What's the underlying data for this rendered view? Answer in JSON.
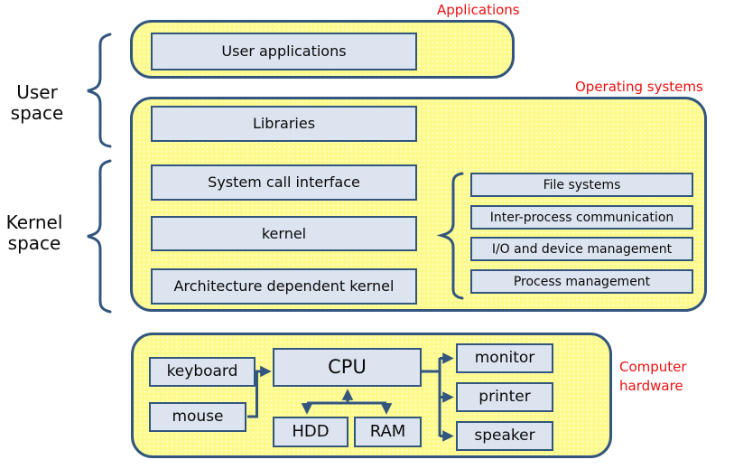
{
  "region_labels": {
    "applications": "Applications",
    "operating_systems": "Operating systems",
    "computer_hardware": "Computer hardware"
  },
  "space_labels": {
    "user_space": "User space",
    "kernel_space": "Kernel space"
  },
  "user_space": {
    "user_applications": "User applications",
    "libraries": "Libraries"
  },
  "kernel_space": {
    "system_call_interface": "System call interface",
    "kernel": "kernel",
    "architecture_dependent_kernel": "Architecture dependent kernel",
    "subsystems": [
      "File systems",
      "Inter-process communication",
      "I/O and device management",
      "Process management"
    ]
  },
  "hardware": {
    "input_devices": [
      "keyboard",
      "mouse"
    ],
    "cpu": "CPU",
    "storage": [
      "HDD",
      "RAM"
    ],
    "output_devices": [
      "monitor",
      "printer",
      "speaker"
    ]
  },
  "colors": {
    "group_fill": "#fdfa8c",
    "group_border": "#33567e",
    "box_fill": "#dce4f0",
    "box_border": "#33567e",
    "connector": "#33567e",
    "region_label_red": "#ee1010",
    "text": "#0a0a0a"
  }
}
